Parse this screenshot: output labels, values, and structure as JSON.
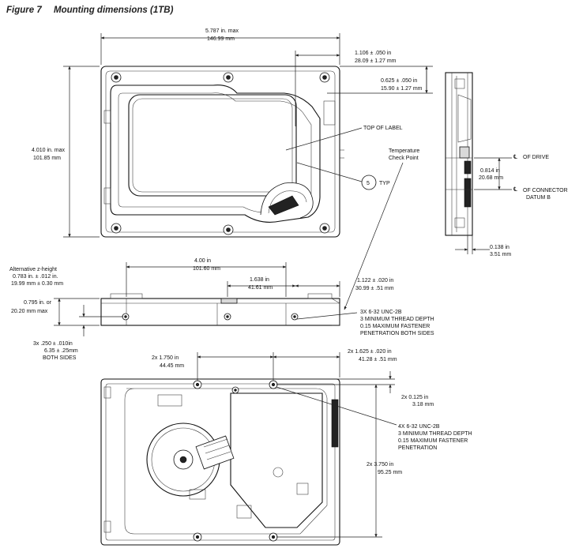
{
  "figure": {
    "caption_number": "Figure 7",
    "caption_title": "Mounting dimensions (1TB)"
  },
  "top_view": {
    "width_in": "5.787 in.   max",
    "width_mm": "146.99 mm",
    "height_in": "4.010 in.   max",
    "height_mm": "101.85 mm",
    "offset_in": "1.106 ± .050 in",
    "offset_mm": "28.09 ± 1.27 mm",
    "side_in": "0.625 ± .050 in",
    "side_mm": "15.90 ± 1.27 mm",
    "top_of_label": "TOP OF LABEL",
    "temp_line1": "Temperature",
    "temp_line2": "Check Point",
    "typ_number": "5",
    "typ_label": "TYP"
  },
  "side_view_right": {
    "cl_drive": "OF DRIVE",
    "cl_connector": "OF CONNECTOR",
    "datum": "DATUM B",
    "conn_in": "0.814 in",
    "conn_mm": "20.68 mm",
    "depth_in": "0.138 in",
    "depth_mm": "3.51 mm",
    "centerline_symbol": "℄"
  },
  "side_view": {
    "alt_title": "Alternative z-height",
    "alt_in": "0.783 in. ± .012 in.",
    "alt_mm": "19.99 mm ± 0.30 mm",
    "h_in": "0.795 in. or",
    "h_mm": "20.20 mm max",
    "hole_label1": "3x  .250 ± .010in",
    "hole_label2": "6.35 ± .25mm",
    "hole_label3": "BOTH  SIDES",
    "span_in": "4.00 in",
    "span_mm": "101.60 mm",
    "mid_in": "1.638 in",
    "mid_mm": "41.61 mm",
    "end_in": "1.122 ± .020 in",
    "end_mm": "30.99 ± .51 mm",
    "thread1": "3X 6-32 UNC-2B",
    "thread2": "3 MINIMUM THREAD DEPTH",
    "thread3": "0.15 MAXIMUM FASTENER",
    "thread4": "PENETRATION BOTH SIDES"
  },
  "bottom_view": {
    "a_in": "2x   1.750 in",
    "a_mm": "44.45 mm",
    "b_in": "2x  1.625 ± .020 in",
    "b_mm": "41.28 ± .51 mm",
    "c_in": "2x   0.125 in",
    "c_mm": "3.18 mm",
    "d_in": "2x   3.750 in",
    "d_mm": "95.25 mm",
    "thread1": "4X 6-32 UNC-2B",
    "thread2": "3 MINIMUM THREAD DEPTH",
    "thread3": "0.15 MAXIMUM FASTENER",
    "thread4": "PENETRATION"
  }
}
